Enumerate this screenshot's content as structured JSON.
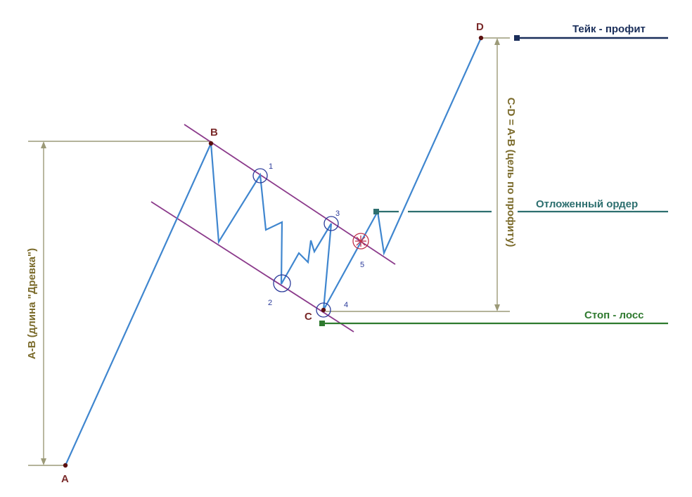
{
  "points": {
    "A": "A",
    "B": "B",
    "C": "C",
    "D": "D"
  },
  "touch_numbers": [
    "1",
    "2",
    "3",
    "4",
    "5"
  ],
  "levels": {
    "take_profit": "Тейк - профит",
    "pending_order": "Отложенный ордер",
    "stop_loss": "Стоп - лосс"
  },
  "measures": {
    "ab": "A-B (длина \"Древка\")",
    "cd": "C-D = A-B (цель по профиту)"
  },
  "colors": {
    "price_line": "#3f86cf",
    "channel": "#8b3a8b",
    "dimension": "#9c9a78",
    "take_profit": "#1a2e5a",
    "pending_order": "#2d6f6f",
    "stop_loss": "#2f7a2f",
    "point_label": "#7a2a2a",
    "number_label": "#2a3a9a",
    "breakout_marker": "#c0304a"
  }
}
